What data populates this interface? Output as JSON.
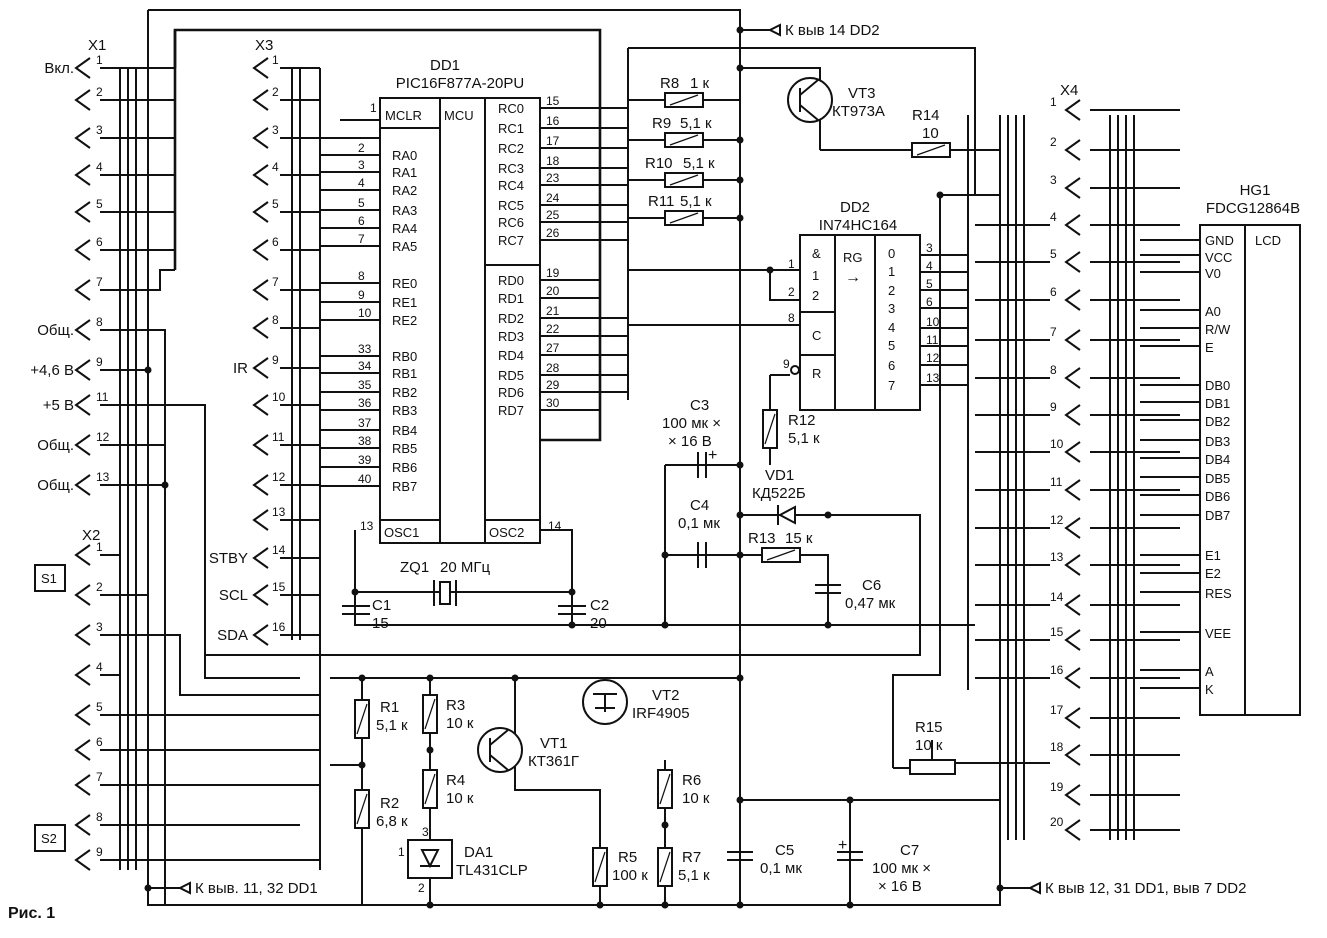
{
  "figure_caption": "Рис. 1",
  "chips": {
    "dd1": {
      "ref": "DD1",
      "part": "PIC16F877A-20PU",
      "mclr": "MCLR",
      "mcu": "MCU",
      "osc1": "OSC1",
      "osc2": "OSC2",
      "left_pins": [
        {
          "sig": "RA0",
          "num": "2"
        },
        {
          "sig": "RA1",
          "num": "3"
        },
        {
          "sig": "RA2",
          "num": "4"
        },
        {
          "sig": "RA3",
          "num": "5"
        },
        {
          "sig": "RA4",
          "num": "6"
        },
        {
          "sig": "RA5",
          "num": "7"
        },
        {
          "sig": "RE0",
          "num": "8"
        },
        {
          "sig": "RE1",
          "num": "9"
        },
        {
          "sig": "RE2",
          "num": "10"
        },
        {
          "sig": "RB0",
          "num": "33"
        },
        {
          "sig": "RB1",
          "num": "34"
        },
        {
          "sig": "RB2",
          "num": "35"
        },
        {
          "sig": "RB3",
          "num": "36"
        },
        {
          "sig": "RB4",
          "num": "37"
        },
        {
          "sig": "RB5",
          "num": "38"
        },
        {
          "sig": "RB6",
          "num": "39"
        },
        {
          "sig": "RB7",
          "num": "40"
        }
      ],
      "right_pins": [
        {
          "sig": "RC0",
          "num": "15"
        },
        {
          "sig": "RC1",
          "num": "16"
        },
        {
          "sig": "RC2",
          "num": "17"
        },
        {
          "sig": "RC3",
          "num": "18"
        },
        {
          "sig": "RC4",
          "num": "23"
        },
        {
          "sig": "RC5",
          "num": "24"
        },
        {
          "sig": "RC6",
          "num": "25"
        },
        {
          "sig": "RC7",
          "num": "26"
        },
        {
          "sig": "RD0",
          "num": "19"
        },
        {
          "sig": "RD1",
          "num": "20"
        },
        {
          "sig": "RD2",
          "num": "21"
        },
        {
          "sig": "RD3",
          "num": "22"
        },
        {
          "sig": "RD4",
          "num": "27"
        },
        {
          "sig": "RD5",
          "num": "28"
        },
        {
          "sig": "RD6",
          "num": "29"
        },
        {
          "sig": "RD7",
          "num": "30"
        }
      ],
      "pin_mclr": "1",
      "pin_osc1": "13",
      "pin_osc2": "14"
    },
    "dd2": {
      "ref": "DD2",
      "part": "IN74HC164",
      "and": "&",
      "rg": "RG",
      "arrow": "→",
      "c": "C",
      "r": "R",
      "in1": "1",
      "in2": "2",
      "outs": [
        "0",
        "1",
        "2",
        "3",
        "4",
        "5",
        "6",
        "7"
      ],
      "left_pins": [
        "1",
        "2",
        "8",
        "9"
      ],
      "right_pins": [
        "3",
        "4",
        "5",
        "6",
        "10",
        "11",
        "12",
        "13"
      ]
    },
    "hg1": {
      "ref": "HG1",
      "part": "FDCG12864B",
      "lcd": "LCD",
      "signals": [
        "GND",
        "VCC",
        "V0",
        "A0",
        "R/W",
        "E",
        "DB0",
        "DB1",
        "DB2",
        "DB3",
        "DB4",
        "DB5",
        "DB6",
        "DB7",
        "E1",
        "E2",
        "RES",
        "VEE",
        "A",
        "K"
      ]
    }
  },
  "connectors": {
    "x1": {
      "ref": "X1",
      "labels": [
        "Вкл.",
        "",
        "",
        "",
        "",
        "",
        "",
        "Общ.",
        "+4,6 В",
        "+5 В",
        "Общ.",
        "Общ."
      ],
      "pins": [
        "1",
        "2",
        "3",
        "4",
        "5",
        "6",
        "7",
        "8",
        "9",
        "11",
        "12",
        "13"
      ]
    },
    "x2": {
      "ref": "X2",
      "s1": "S1",
      "s2": "S2",
      "pins": [
        "1",
        "2",
        "3",
        "4",
        "5",
        "6",
        "7",
        "8",
        "9"
      ]
    },
    "x3": {
      "ref": "X3",
      "labels": [
        "",
        "",
        "",
        "",
        "",
        "",
        "",
        "",
        "IR",
        "",
        "",
        "",
        "",
        "STBY",
        "SCL",
        "SDA"
      ],
      "pins": [
        "1",
        "2",
        "3",
        "4",
        "5",
        "6",
        "7",
        "8",
        "9",
        "10",
        "11",
        "12",
        "13",
        "14",
        "15",
        "16"
      ]
    },
    "x4": {
      "ref": "X4",
      "pins": [
        "1",
        "2",
        "3",
        "4",
        "5",
        "6",
        "7",
        "8",
        "9",
        "10",
        "11",
        "12",
        "13",
        "14",
        "15",
        "16",
        "17",
        "18",
        "19",
        "20"
      ]
    }
  },
  "components": {
    "r1": {
      "ref": "R1",
      "value": "5,1 к"
    },
    "r2": {
      "ref": "R2",
      "value": "6,8 к"
    },
    "r3": {
      "ref": "R3",
      "value": "10 к"
    },
    "r4": {
      "ref": "R4",
      "value": "10 к"
    },
    "r5": {
      "ref": "R5",
      "value": "100 к"
    },
    "r6": {
      "ref": "R6",
      "value": "10 к"
    },
    "r7": {
      "ref": "R7",
      "value": "5,1 к"
    },
    "r8": {
      "ref": "R8",
      "value": "1 к"
    },
    "r9": {
      "ref": "R9",
      "value": "5,1 к"
    },
    "r10": {
      "ref": "R10",
      "value": "5,1 к"
    },
    "r11": {
      "ref": "R11",
      "value": "5,1 к"
    },
    "r12": {
      "ref": "R12",
      "value": "5,1 к"
    },
    "r13": {
      "ref": "R13",
      "value": "15 к"
    },
    "r14": {
      "ref": "R14",
      "value": "10"
    },
    "r15": {
      "ref": "R15",
      "value": "10 к"
    },
    "c1": {
      "ref": "C1",
      "value": "15"
    },
    "c2": {
      "ref": "C2",
      "value": "20"
    },
    "c3": {
      "ref": "C3",
      "value1": "100 мк ×",
      "value2": "× 16 В"
    },
    "c4": {
      "ref": "C4",
      "value": "0,1 мк"
    },
    "c5": {
      "ref": "C5",
      "value": "0,1 мк"
    },
    "c6": {
      "ref": "C6",
      "value": "0,47 мк"
    },
    "c7": {
      "ref": "C7",
      "value1": "100 мк ×",
      "value2": "× 16 В"
    },
    "zq1": {
      "ref": "ZQ1",
      "value": "20 МГц"
    },
    "vd1": {
      "ref": "VD1",
      "value": "КД522Б"
    },
    "vt1": {
      "ref": "VT1",
      "value": "КТ361Г"
    },
    "vt2": {
      "ref": "VT2",
      "value": "IRF4905"
    },
    "vt3": {
      "ref": "VT3",
      "value": "КТ973А"
    },
    "da1": {
      "ref": "DA1",
      "value": "TL431CLP",
      "p1": "1",
      "p2": "2",
      "p3": "3"
    }
  },
  "notes": {
    "top": "К выв  14 DD2",
    "bottom_left": "К выв. 11, 32 DD1",
    "bottom_right": "К выв  12, 31 DD1, выв 7 DD2"
  }
}
